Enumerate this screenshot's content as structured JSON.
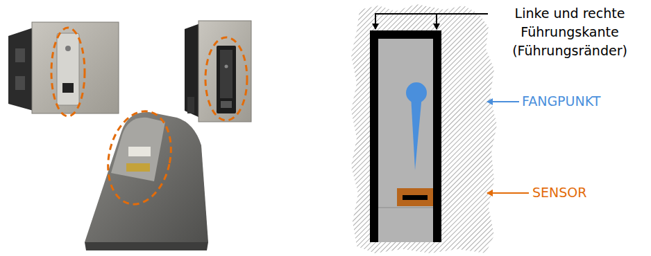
{
  "diagram": {
    "labels": [
      "Linke und rechte Führungskante (Führungsränder)",
      "FANGPUNKT",
      "SENSOR"
    ]
  }
}
